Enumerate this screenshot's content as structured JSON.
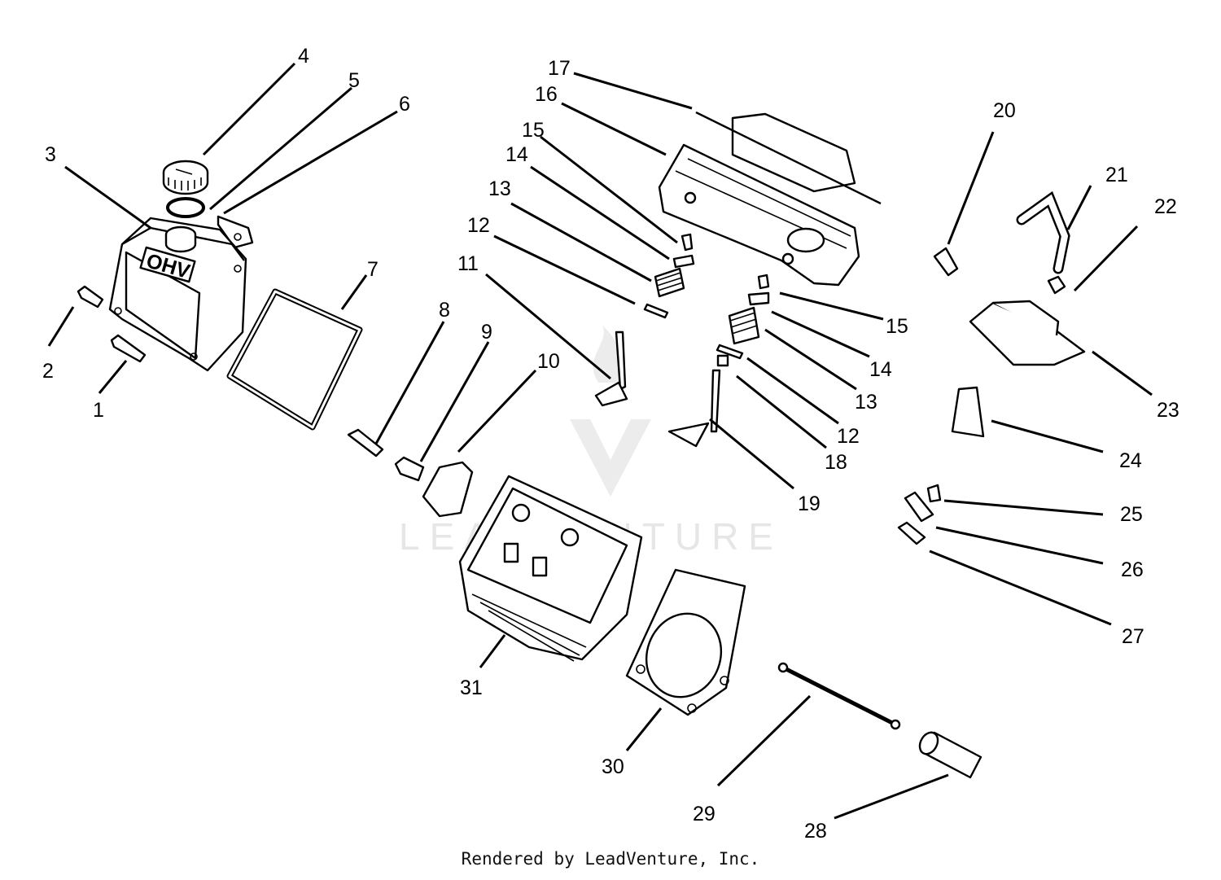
{
  "credit": "Rendered by LeadVenture, Inc.",
  "watermark": "LEADVENTURE",
  "cover_logo": "OHV",
  "callouts": {
    "c1": "1",
    "c2": "2",
    "c3": "3",
    "c4": "4",
    "c5": "5",
    "c6": "6",
    "c7": "7",
    "c8": "8",
    "c9": "9",
    "c10": "10",
    "c11": "11",
    "c12a": "12",
    "c13a": "13",
    "c14a": "14",
    "c15a": "15",
    "c16": "16",
    "c17": "17",
    "c15b": "15",
    "c14b": "14",
    "c13b": "13",
    "c12b": "12",
    "c18": "18",
    "c19": "19",
    "c20": "20",
    "c21": "21",
    "c22": "22",
    "c23": "23",
    "c24": "24",
    "c25": "25",
    "c26": "26",
    "c27": "27",
    "c28": "28",
    "c29": "29",
    "c30": "30",
    "c31": "31"
  }
}
